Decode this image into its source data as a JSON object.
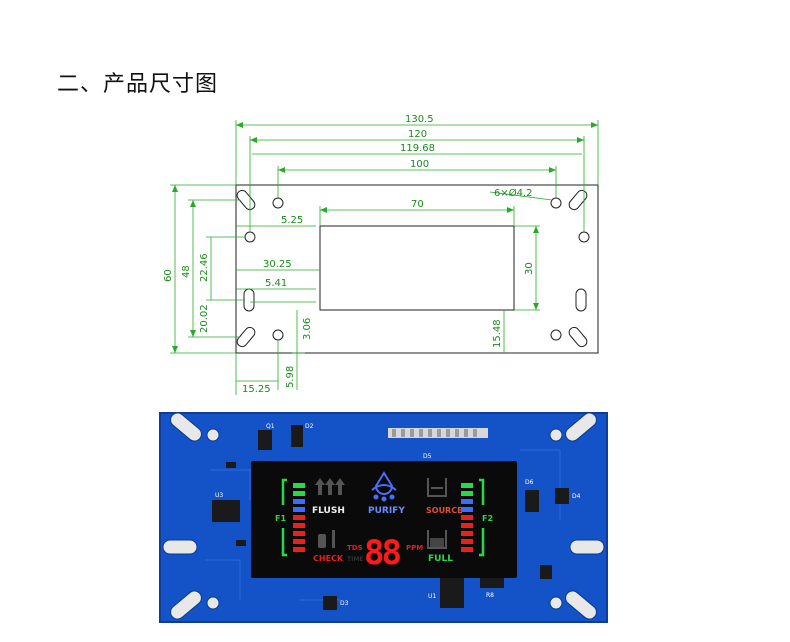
{
  "heading": "二、产品尺寸图",
  "drawing": {
    "dims": {
      "w_130_5": "130.5",
      "w_120": "120",
      "w_119_68": "119.68",
      "w_100": "100",
      "holes": "6×Ø4.2",
      "w_5_25": "5.25",
      "w_70": "70",
      "w_30_25": "30.25",
      "w_5_41": "5.41",
      "h_60": "60",
      "h_48": "48",
      "h_22_46": "22.46",
      "h_20_02": "20.02",
      "h_3_06": "3.06",
      "h_30": "30",
      "h_15_48": "15.48",
      "w_15_25": "15.25",
      "h_5_98": "5.98"
    }
  },
  "board": {
    "display": {
      "flush": "FLUSH",
      "purify": "PURIFY",
      "source": "SOURCE",
      "check": "CHECK",
      "tds": "TDS",
      "time": "TIME",
      "digits": "88",
      "ppm": "PPM",
      "full": "FULL",
      "f1": "F1",
      "f2": "F2"
    },
    "silk": {
      "q1": "Q1",
      "d2": "D2",
      "u3": "U3",
      "d5": "D5",
      "d6": "D6",
      "d4": "D4",
      "d3": "D3",
      "u1": "U1",
      "r8": "R8"
    }
  }
}
